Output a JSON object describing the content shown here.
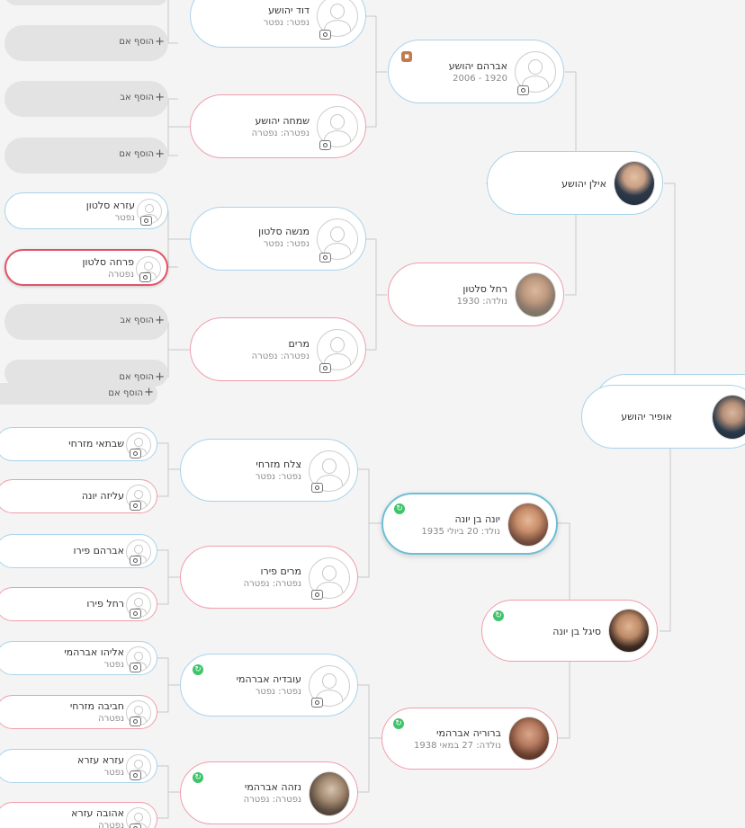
{
  "people": {
    "david": {
      "name": "דוד יהושע",
      "sub": "נפטר: נפטר"
    },
    "simcha": {
      "name": "שמחה יהושע",
      "sub": "נפטרה: נפטרה"
    },
    "avraham": {
      "name": "אברהם יהושע",
      "sub": "1920 - 2006"
    },
    "ilan": {
      "name": "אילן יהושע",
      "sub": ""
    },
    "ezra_s": {
      "name": "עזרא סלטון",
      "sub": "נפטר"
    },
    "farcha": {
      "name": "פרחה סלטון",
      "sub": "נפטרה"
    },
    "menashe": {
      "name": "מנשה סלטון",
      "sub": "נפטר: נפטר"
    },
    "miriam": {
      "name": "מרים",
      "sub": "נפטרה: נפטרה"
    },
    "rachel_s": {
      "name": "רחל סלטון",
      "sub": "נולדה: 1930"
    },
    "ofir": {
      "name": "אופיר יהושע",
      "sub": ""
    },
    "shabtai": {
      "name": "שבתאי מזרחי",
      "sub": ""
    },
    "aliza": {
      "name": "עליזה יונה",
      "sub": ""
    },
    "tzalach": {
      "name": "צלח מזרחי",
      "sub": "נפטר: נפטר"
    },
    "avraham_p": {
      "name": "אברהם פירו",
      "sub": ""
    },
    "rachel_p": {
      "name": "רחל פירו",
      "sub": ""
    },
    "miriam_p": {
      "name": "מרים פירו",
      "sub": "נפטרה: נפטרה"
    },
    "yona": {
      "name": "יונה בן יונה",
      "sub": "נולד: 20 ביולי 1935"
    },
    "sigal": {
      "name": "סיגל בן יונה",
      "sub": ""
    },
    "eliyahu": {
      "name": "אליהו אברהמי",
      "sub": "נפטר"
    },
    "haviva": {
      "name": "חביבה מזרחי",
      "sub": "נפטרה"
    },
    "ovadia": {
      "name": "עובדיה אברהמי",
      "sub": "נפטר: נפטר"
    },
    "bruria": {
      "name": "ברוריה אברהמי",
      "sub": "נולדה: 27 במאי 1938"
    },
    "ezra_e": {
      "name": "עזרא עזרא",
      "sub": "נפטר"
    },
    "ahuva": {
      "name": "אהובה עזרא",
      "sub": "נפטרה"
    },
    "nizha": {
      "name": "נזהה אברהמי",
      "sub": "נפטרה: נפטרה"
    }
  },
  "add": {
    "father": "הוסף אב",
    "mother": "הוסף אם"
  },
  "colors": {
    "male_border": "#a9d3ea",
    "female_border": "#ef9eab",
    "add_bg": "#e3e3e3",
    "connector": "#c8c8c8",
    "badge_green": "#3fc46b"
  }
}
